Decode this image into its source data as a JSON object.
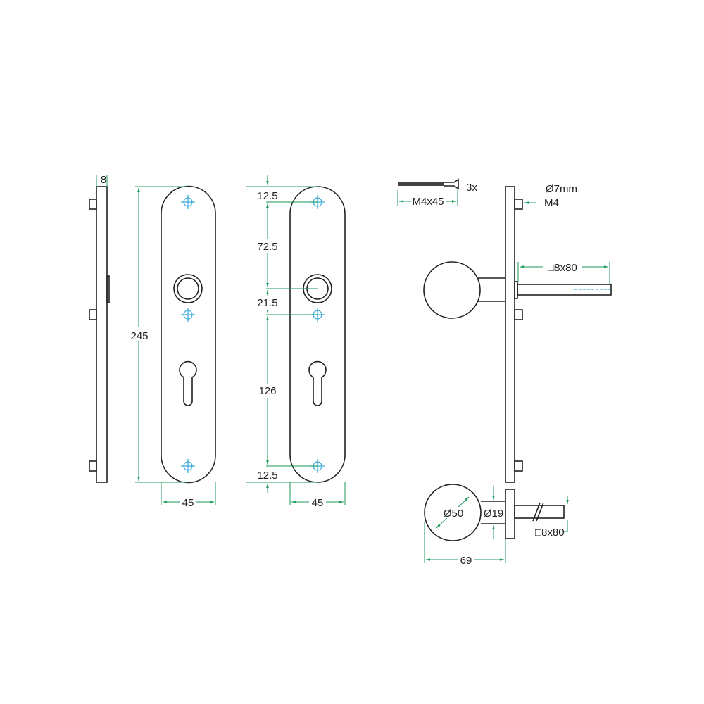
{
  "labels": {
    "side_thickness": "8",
    "plate_height": "245",
    "plate_width_1": "45",
    "plate_width_2": "45",
    "dim_top": "12.5",
    "dim_upper": "72.5",
    "dim_mid": "21.5",
    "dim_lower": "126",
    "dim_bottom": "12.5",
    "screw_qty": "3x",
    "screw_size": "M4x45",
    "stud_diameter": "Ø7mm",
    "stud_thread": "M4",
    "spindle_top": "□8x80",
    "spindle_bottom": "□8x80",
    "knob_diameter": "Ø50",
    "neck_diameter": "Ø19",
    "projection": "69"
  },
  "colors": {
    "outline": "#222222",
    "dimension": "#1a9a5a",
    "hidden": "#39a9d9"
  }
}
